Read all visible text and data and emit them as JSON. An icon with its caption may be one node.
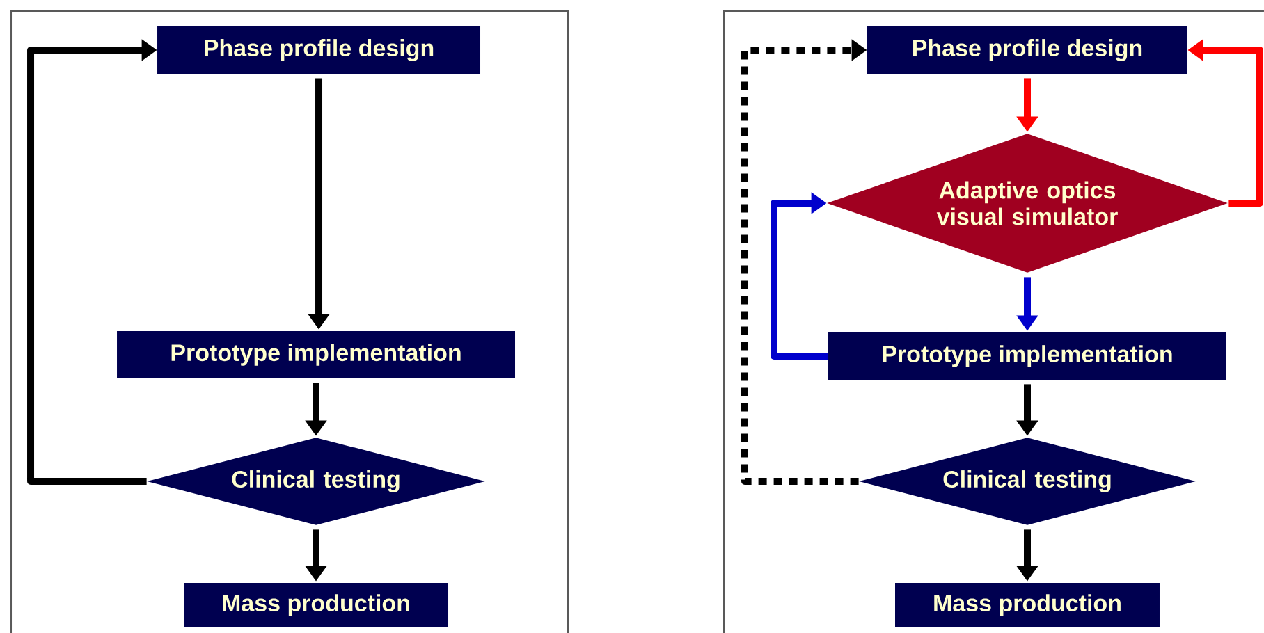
{
  "diagram": {
    "nodes": [
      {
        "text": [
          "Phase profile design"
        ]
      },
      {
        "text": [
          "Prototype implementation"
        ]
      },
      {
        "text": [
          "Clinical testing"
        ]
      },
      {
        "text": [
          "Mass production"
        ]
      },
      {
        "text": [
          "Phase profile design"
        ]
      },
      {
        "text": [
          "Adaptive optics visual simulator"
        ]
      },
      {
        "text": [
          "Prototype implementation"
        ]
      },
      {
        "text": [
          "Clinical testing"
        ]
      },
      {
        "text": [
          "Mass production"
        ]
      }
    ],
    "edges": [
      {
        "from": 0,
        "to": 1,
        "arrow": "to"
      },
      {
        "from": 1,
        "to": 2,
        "arrow": "to"
      },
      {
        "from": 2,
        "to": 3,
        "arrow": "to"
      },
      {
        "from": 2,
        "to": 0,
        "arrow": "to"
      },
      {
        "from": 4,
        "to": 5,
        "arrow": "to",
        "color": "#ff0000"
      },
      {
        "from": 5,
        "to": 4,
        "arrow": "to",
        "color": "#ff0000"
      },
      {
        "from": 5,
        "to": 6,
        "arrow": "to",
        "color": "#0000cc"
      },
      {
        "from": 6,
        "to": 5,
        "arrow": "to",
        "color": "#0000cc"
      },
      {
        "from": 6,
        "to": 7,
        "arrow": "to"
      },
      {
        "from": 7,
        "to": 8,
        "arrow": "to"
      },
      {
        "from": 7,
        "to": 4,
        "arrow": "to",
        "style": "dashed"
      }
    ]
  }
}
